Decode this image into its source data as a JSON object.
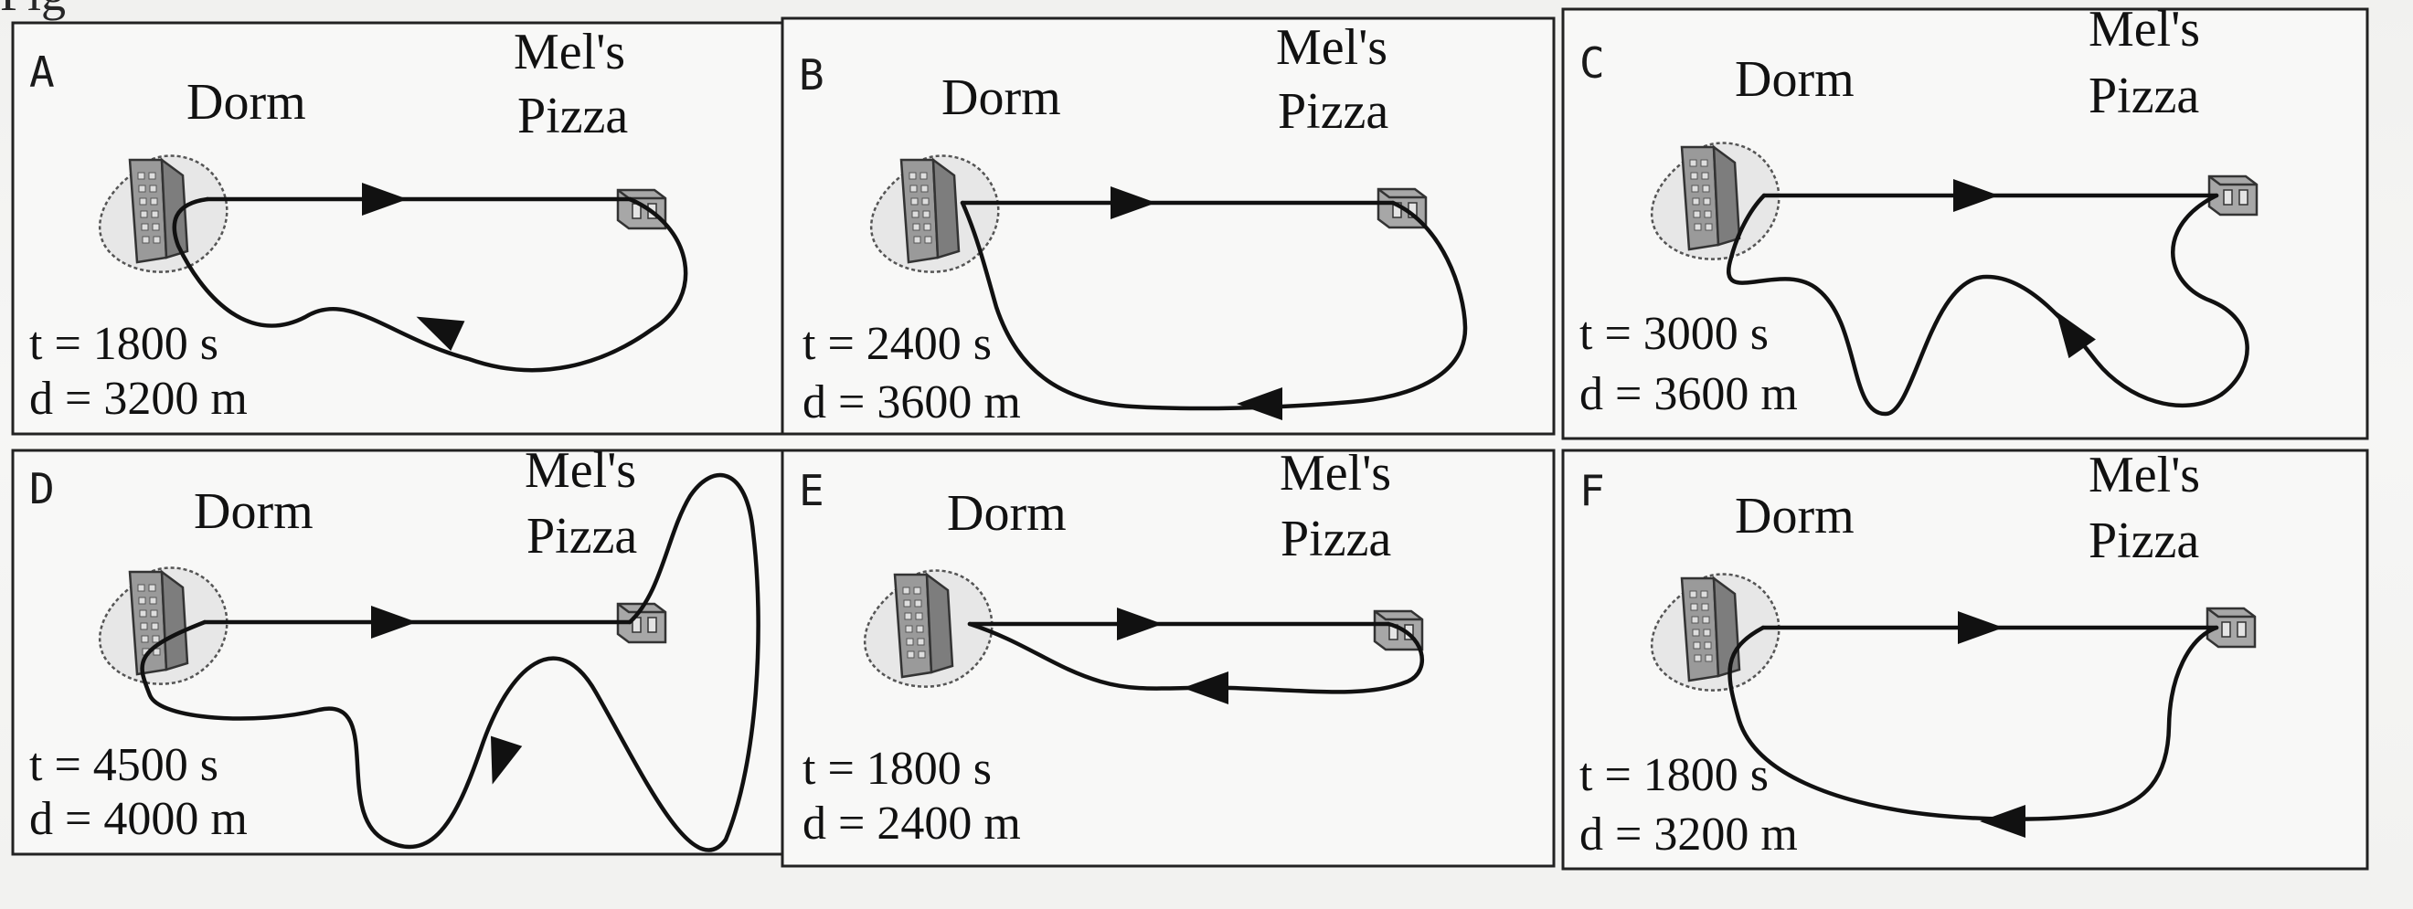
{
  "header": {
    "partial_text": "Fig"
  },
  "labels": {
    "dorm": "Dorm",
    "mels_line1": "Mel's",
    "mels_line2": "Pizza"
  },
  "panels": [
    {
      "id": "A",
      "t": "t = 1800 s",
      "d": "d = 3200 m"
    },
    {
      "id": "B",
      "t": "t = 2400 s",
      "d": "d = 3600 m"
    },
    {
      "id": "C",
      "t": "t = 3000 s",
      "d": "d = 3600 m"
    },
    {
      "id": "D",
      "t": "t = 4500 s",
      "d": "d = 4000 m"
    },
    {
      "id": "E",
      "t": "t = 1800 s",
      "d": "d = 2400 m"
    },
    {
      "id": "F",
      "t": "t = 1800 s",
      "d": "d = 3200 m"
    }
  ],
  "icons": {
    "dorm": "dorm-building-icon",
    "pizza": "pizza-shop-icon",
    "arrow": "direction-arrow-icon"
  }
}
